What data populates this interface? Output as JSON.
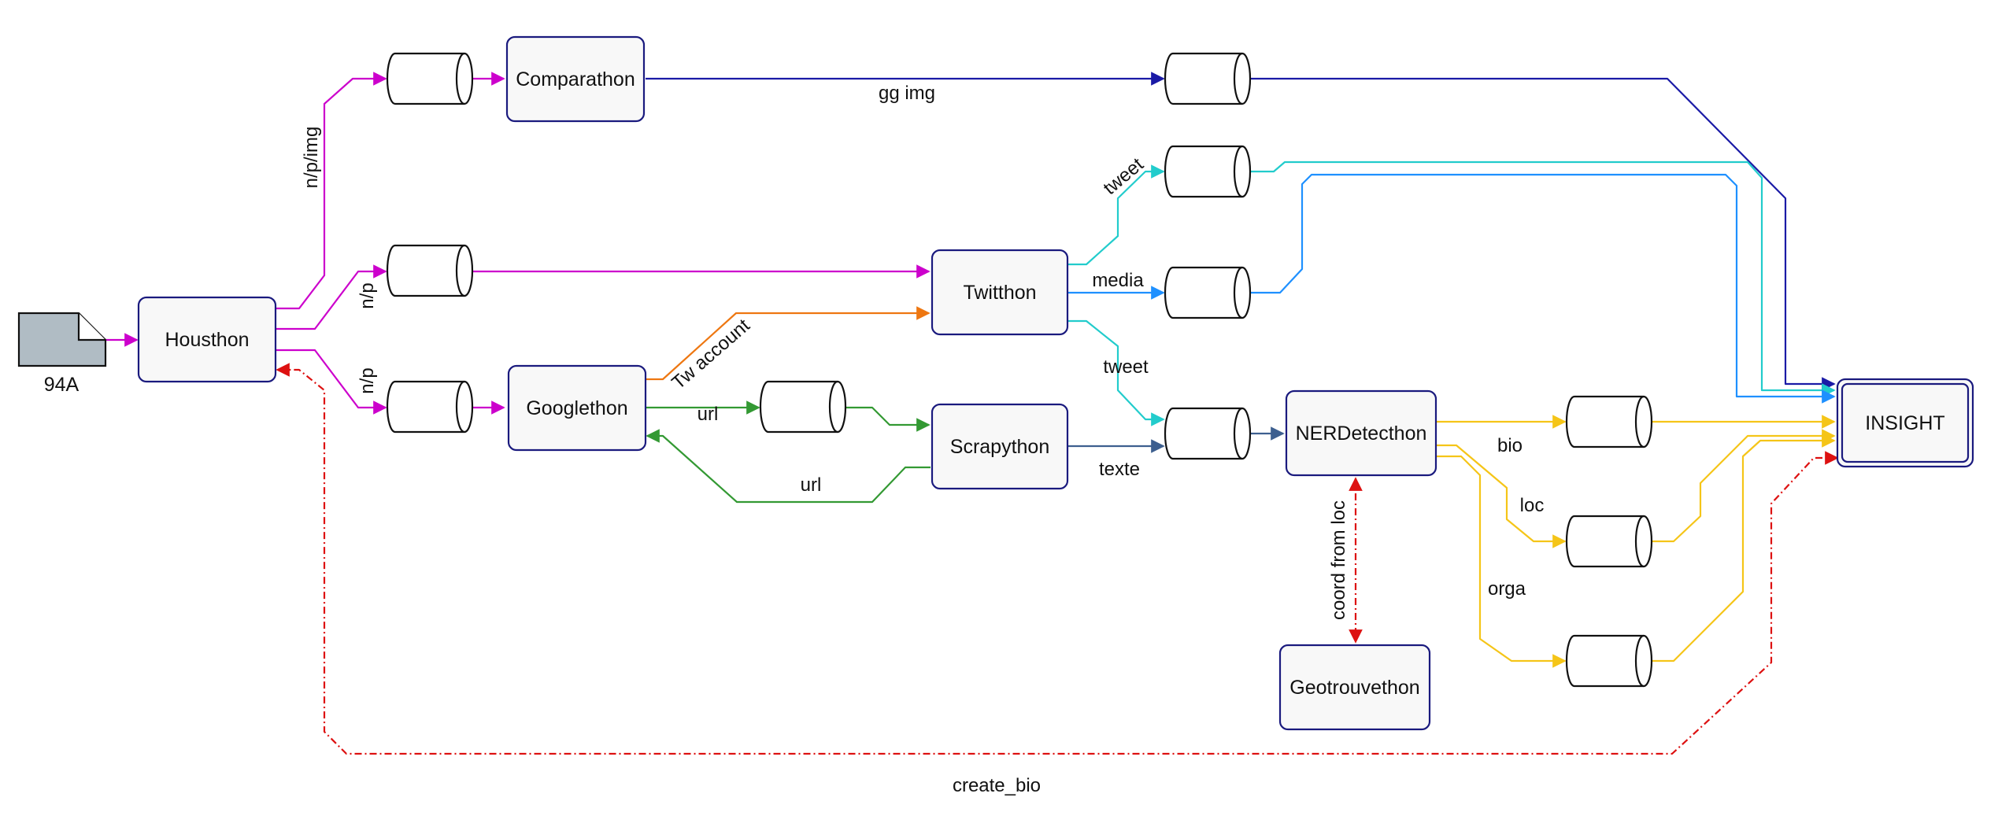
{
  "diagram": {
    "nodes": {
      "input_file": "94A",
      "housthon": "Housthon",
      "comparathon": "Comparathon",
      "twitthon": "Twitthon",
      "googlethon": "Googlethon",
      "scrapython": "Scrapython",
      "nerdetecthon": "NERDetecthon",
      "geotrouvethon": "Geotrouvethon",
      "insight": "INSIGHT"
    },
    "edge_labels": {
      "n_p_img": "n/p/img",
      "n_p_top": "n/p",
      "n_p_bottom": "n/p",
      "gg_img": "gg img",
      "tweet_upper": "tweet",
      "media": "media",
      "tweet_lower": "tweet",
      "tw_account": "Tw account",
      "url_forward": "url",
      "url_back": "url",
      "texte": "texte",
      "bio": "bio",
      "loc": "loc",
      "orga": "orga",
      "coord_from_loc": "coord from loc",
      "create_bio": "create_bio"
    },
    "colors": {
      "magenta": "#cc00cc",
      "navy": "#1a1aa6",
      "cyan": "#22cccc",
      "blue": "#1e90ff",
      "orange": "#ee7711",
      "green": "#339933",
      "steel": "#3d5f8f",
      "yellow": "#f5c518",
      "red": "#dd1111",
      "node_border": "#1a1a7e",
      "node_fill": "#f8f8f8",
      "file_fill": "#b0bcc4"
    }
  }
}
